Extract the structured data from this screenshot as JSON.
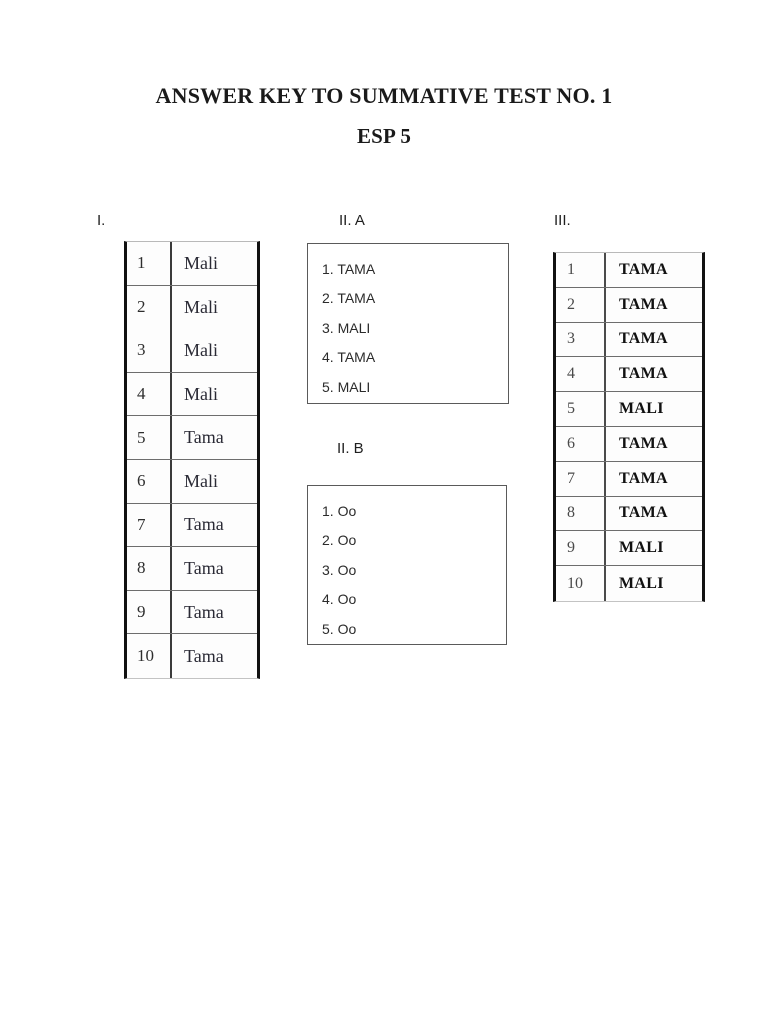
{
  "document": {
    "title": "ANSWER KEY TO SUMMATIVE TEST NO. 1",
    "subtitle": "ESP 5"
  },
  "sections": {
    "one": {
      "label": "I.",
      "type": "table",
      "rows": [
        {
          "num": "1",
          "answer": "Mali"
        },
        {
          "num": "2",
          "answer": "Mali"
        },
        {
          "num": "3",
          "answer": "Mali"
        },
        {
          "num": "4",
          "answer": "Mali"
        },
        {
          "num": "5",
          "answer": "Tama"
        },
        {
          "num": "6",
          "answer": "Mali"
        },
        {
          "num": "7",
          "answer": "Tama"
        },
        {
          "num": "8",
          "answer": "Tama"
        },
        {
          "num": "9",
          "answer": "Tama"
        },
        {
          "num": "10",
          "answer": "Tama"
        }
      ]
    },
    "two_a": {
      "label": "II. A",
      "type": "list",
      "items": [
        "1. TAMA",
        "2. TAMA",
        "3. MALI",
        "4. TAMA",
        "5. MALI"
      ]
    },
    "two_b": {
      "label": "II. B",
      "type": "list",
      "items": [
        "1. Oo",
        "2. Oo",
        "3. Oo",
        "4. Oo",
        "5. Oo"
      ]
    },
    "three": {
      "label": "III.",
      "type": "table",
      "rows": [
        {
          "num": "1",
          "answer": "TAMA"
        },
        {
          "num": "2",
          "answer": "TAMA"
        },
        {
          "num": "3",
          "answer": "TAMA"
        },
        {
          "num": "4",
          "answer": "TAMA"
        },
        {
          "num": "5",
          "answer": "MALI"
        },
        {
          "num": "6",
          "answer": "TAMA"
        },
        {
          "num": "7",
          "answer": "TAMA"
        },
        {
          "num": "8",
          "answer": "TAMA"
        },
        {
          "num": "9",
          "answer": "MALI"
        },
        {
          "num": "10",
          "answer": "MALI"
        }
      ]
    }
  },
  "colors": {
    "page_background": "#ffffff",
    "text": "#1a1a1a",
    "table_outer_border": "#111111",
    "table_inner_border": "#6d6d6d",
    "box_border": "#5a5a5a"
  }
}
